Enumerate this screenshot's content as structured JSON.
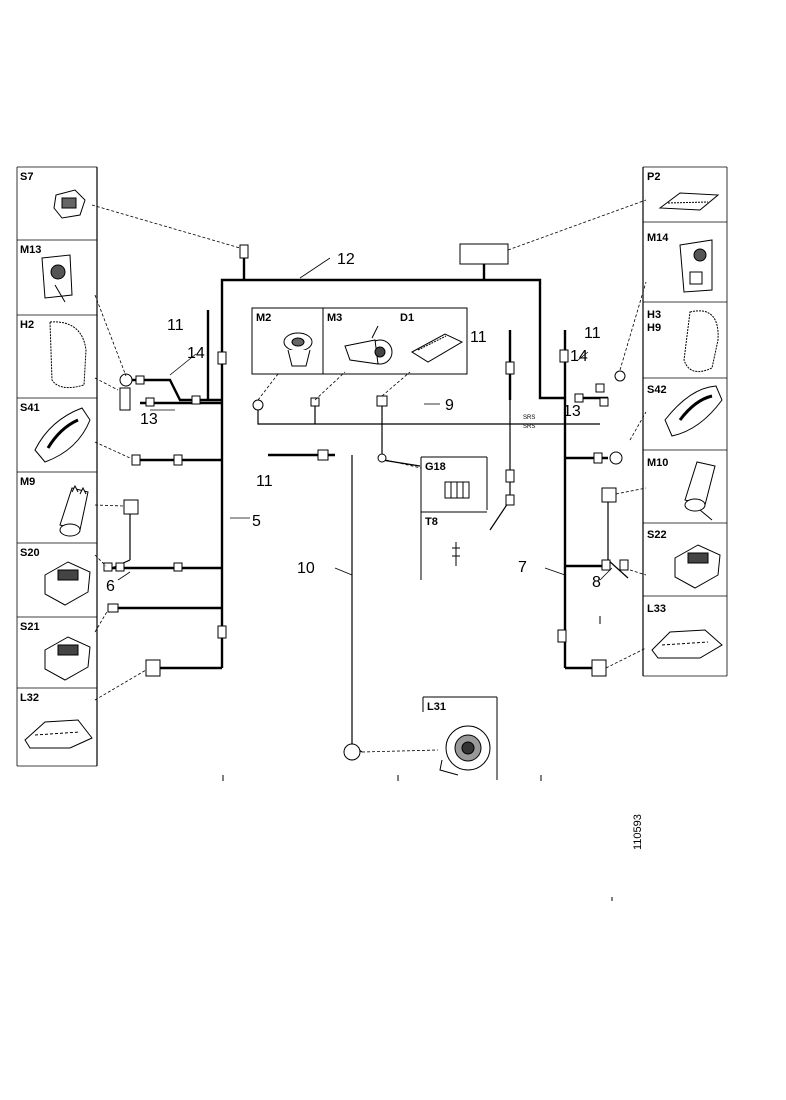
{
  "components_left": [
    "S7",
    "M13",
    "H2",
    "S41",
    "M9",
    "S20",
    "S21",
    "L32"
  ],
  "components_right": [
    "P2",
    "M14",
    "H3",
    "H9",
    "S42",
    "M10",
    "S22",
    "L33"
  ],
  "components_center": [
    "M2",
    "M3",
    "D1",
    "G18",
    "T8",
    "L31"
  ],
  "harness_callouts": [
    "12",
    "11",
    "14",
    "13",
    "9",
    "11",
    "14",
    "11",
    "13",
    "11",
    "5",
    "10",
    "7",
    "6",
    "8"
  ],
  "small_marks": [
    "SRS",
    "SRS"
  ],
  "reference_number": "110593"
}
